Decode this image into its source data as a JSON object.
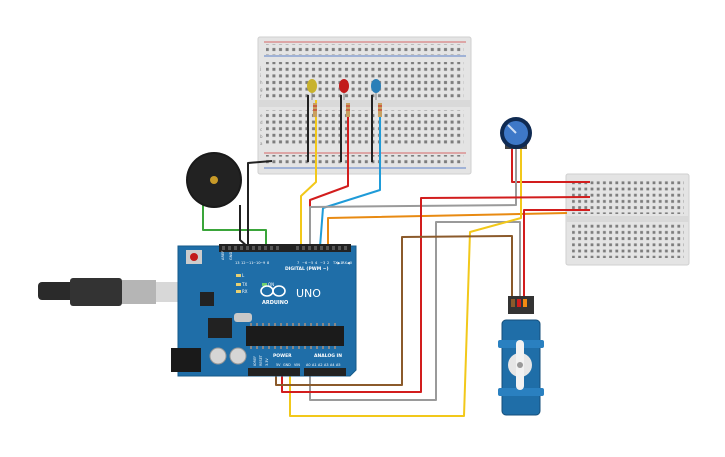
{
  "labels": {
    "board_brand": "ARDUINO",
    "board_model": "UNO",
    "digital_header": "DIGITAL (PWM ~)",
    "power_header": "POWER",
    "analog_header": "ANALOG IN",
    "aref": "AREF",
    "gnd": "GND",
    "ioref": "IOREF",
    "reset": "RESET",
    "v33": "3.3V",
    "v5": "5V",
    "vin": "VIN",
    "pin13": "13",
    "pin12": "12",
    "pin11": "~11",
    "pin10": "~10",
    "pin9": "~9",
    "pin8": "8",
    "pin7": "7",
    "pin6": "~6",
    "pin5": "~5",
    "pin4": "4",
    "pin3": "~3",
    "pin2": "2",
    "tx": "TX▶1",
    "rx": "RX◀0",
    "a0": "A0",
    "a1": "A1",
    "a2": "A2",
    "a3": "A3",
    "a4": "A4",
    "a5": "A5",
    "led_l": "L",
    "led_tx": "TX",
    "led_rx": "RX",
    "led_on": "ON",
    "bb_rows": [
      "a",
      "b",
      "c",
      "d",
      "e",
      "f",
      "g",
      "h",
      "i",
      "j"
    ]
  },
  "components": {
    "leds": [
      {
        "color": "yellow",
        "hex": "#c8b22e"
      },
      {
        "color": "red",
        "hex": "#c21a1a"
      },
      {
        "color": "blue",
        "hex": "#2b7fb8"
      }
    ]
  },
  "colors": {
    "board": "#1f6ea8",
    "wire_red": "#d21d1d",
    "wire_yellow": "#f2c81a",
    "wire_brown": "#8b5a2b",
    "wire_gray": "#9a9a9a",
    "wire_green": "#3aa53a",
    "wire_black": "#222222",
    "wire_blue": "#1f9bd8",
    "wire_orange": "#e88a12"
  }
}
